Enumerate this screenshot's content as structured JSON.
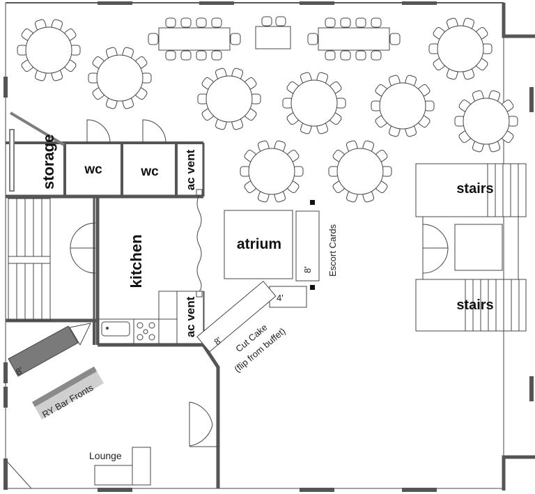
{
  "rooms": {
    "storage": "storage",
    "wc_left": "wc",
    "wc_right": "wc",
    "ac_vent_top": "ac vent",
    "kitchen": "kitchen",
    "ac_vent_bottom": "ac vent",
    "atrium": "atrium",
    "stairs_top": "stairs",
    "stairs_bottom": "stairs",
    "lounge": "Lounge"
  },
  "labels": {
    "escort_cards": "Escort Cards",
    "escort_table_size": "8'",
    "small_table_size": "4'",
    "cake_table_size": "8'",
    "cut_cake": "Cut Cake",
    "cut_cake_note": "(flip from buffet)",
    "bar_size": "8'",
    "ry_bar_fronts": "RY Bar Fronts"
  },
  "colors": {
    "wall": "#555555",
    "bar_fill": "#7a7a7a",
    "bar_front_fill": "#cfcfcf",
    "bar_front_stripe": "#8a8a8a",
    "accent_pole": "#7d7d7d"
  }
}
